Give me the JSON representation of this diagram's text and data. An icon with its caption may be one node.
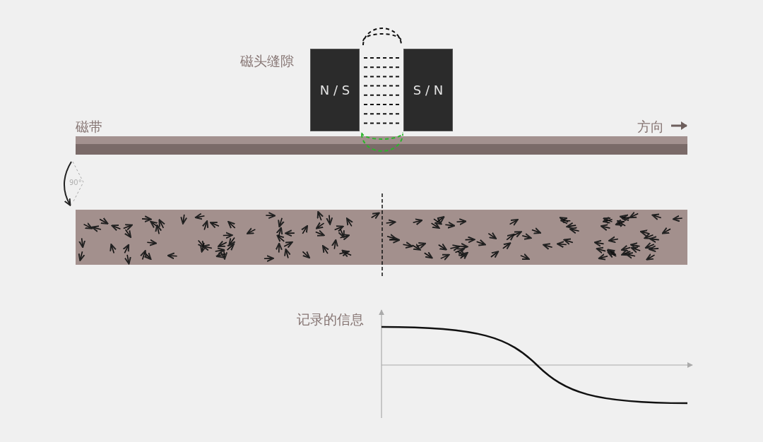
{
  "diagram": {
    "nodes": [
      {
        "text": [
          "N / S"
        ]
      },
      {
        "text": [
          "S / N"
        ]
      }
    ],
    "edges": [],
    "labels": [
      "磁头缝隙",
      "磁带",
      "方向",
      "90°",
      "记录的信息"
    ]
  }
}
